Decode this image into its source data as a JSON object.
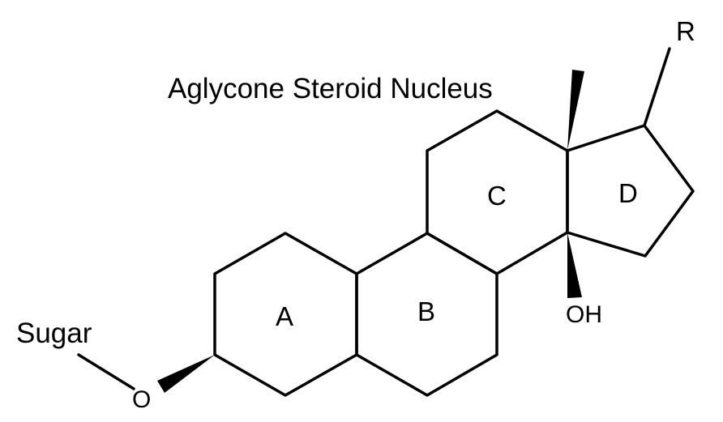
{
  "title": "Aglycone Steroid Nucleus",
  "labels": {
    "sugar": "Sugar",
    "oxygen": "O",
    "r_group": "R",
    "hydroxyl": "OH",
    "ring_a": "A",
    "ring_b": "B",
    "ring_c": "C",
    "ring_d": "D"
  },
  "colors": {
    "line": "#000000",
    "background": "#ffffff"
  }
}
